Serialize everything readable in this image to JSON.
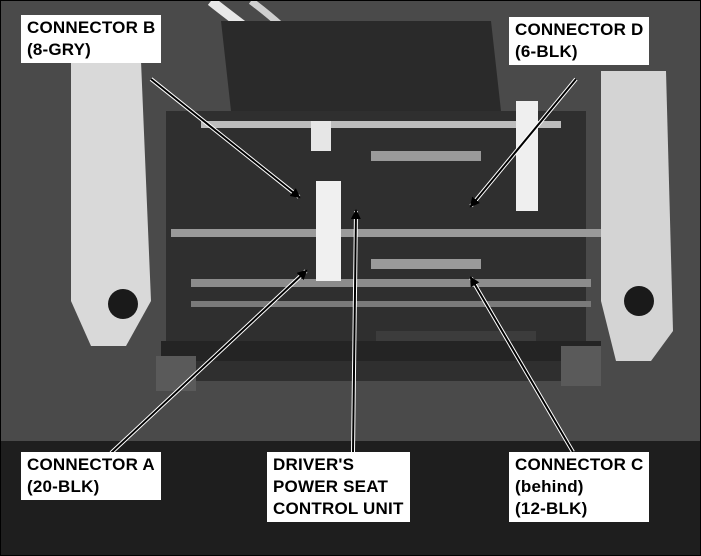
{
  "labels": {
    "connector_b": {
      "line1": "CONNECTOR B",
      "line2": "(8-GRY)"
    },
    "connector_d": {
      "line1": "CONNECTOR D",
      "line2": "(6-BLK)"
    },
    "connector_a": {
      "line1": "CONNECTOR A",
      "line2": "(20-BLK)"
    },
    "control_unit": {
      "line1": "DRIVER'S",
      "line2": "POWER SEAT",
      "line3": "CONTROL UNIT"
    },
    "connector_c": {
      "line1": "CONNECTOR C",
      "line2": "(behind)",
      "line3": "(12-BLK)"
    }
  }
}
